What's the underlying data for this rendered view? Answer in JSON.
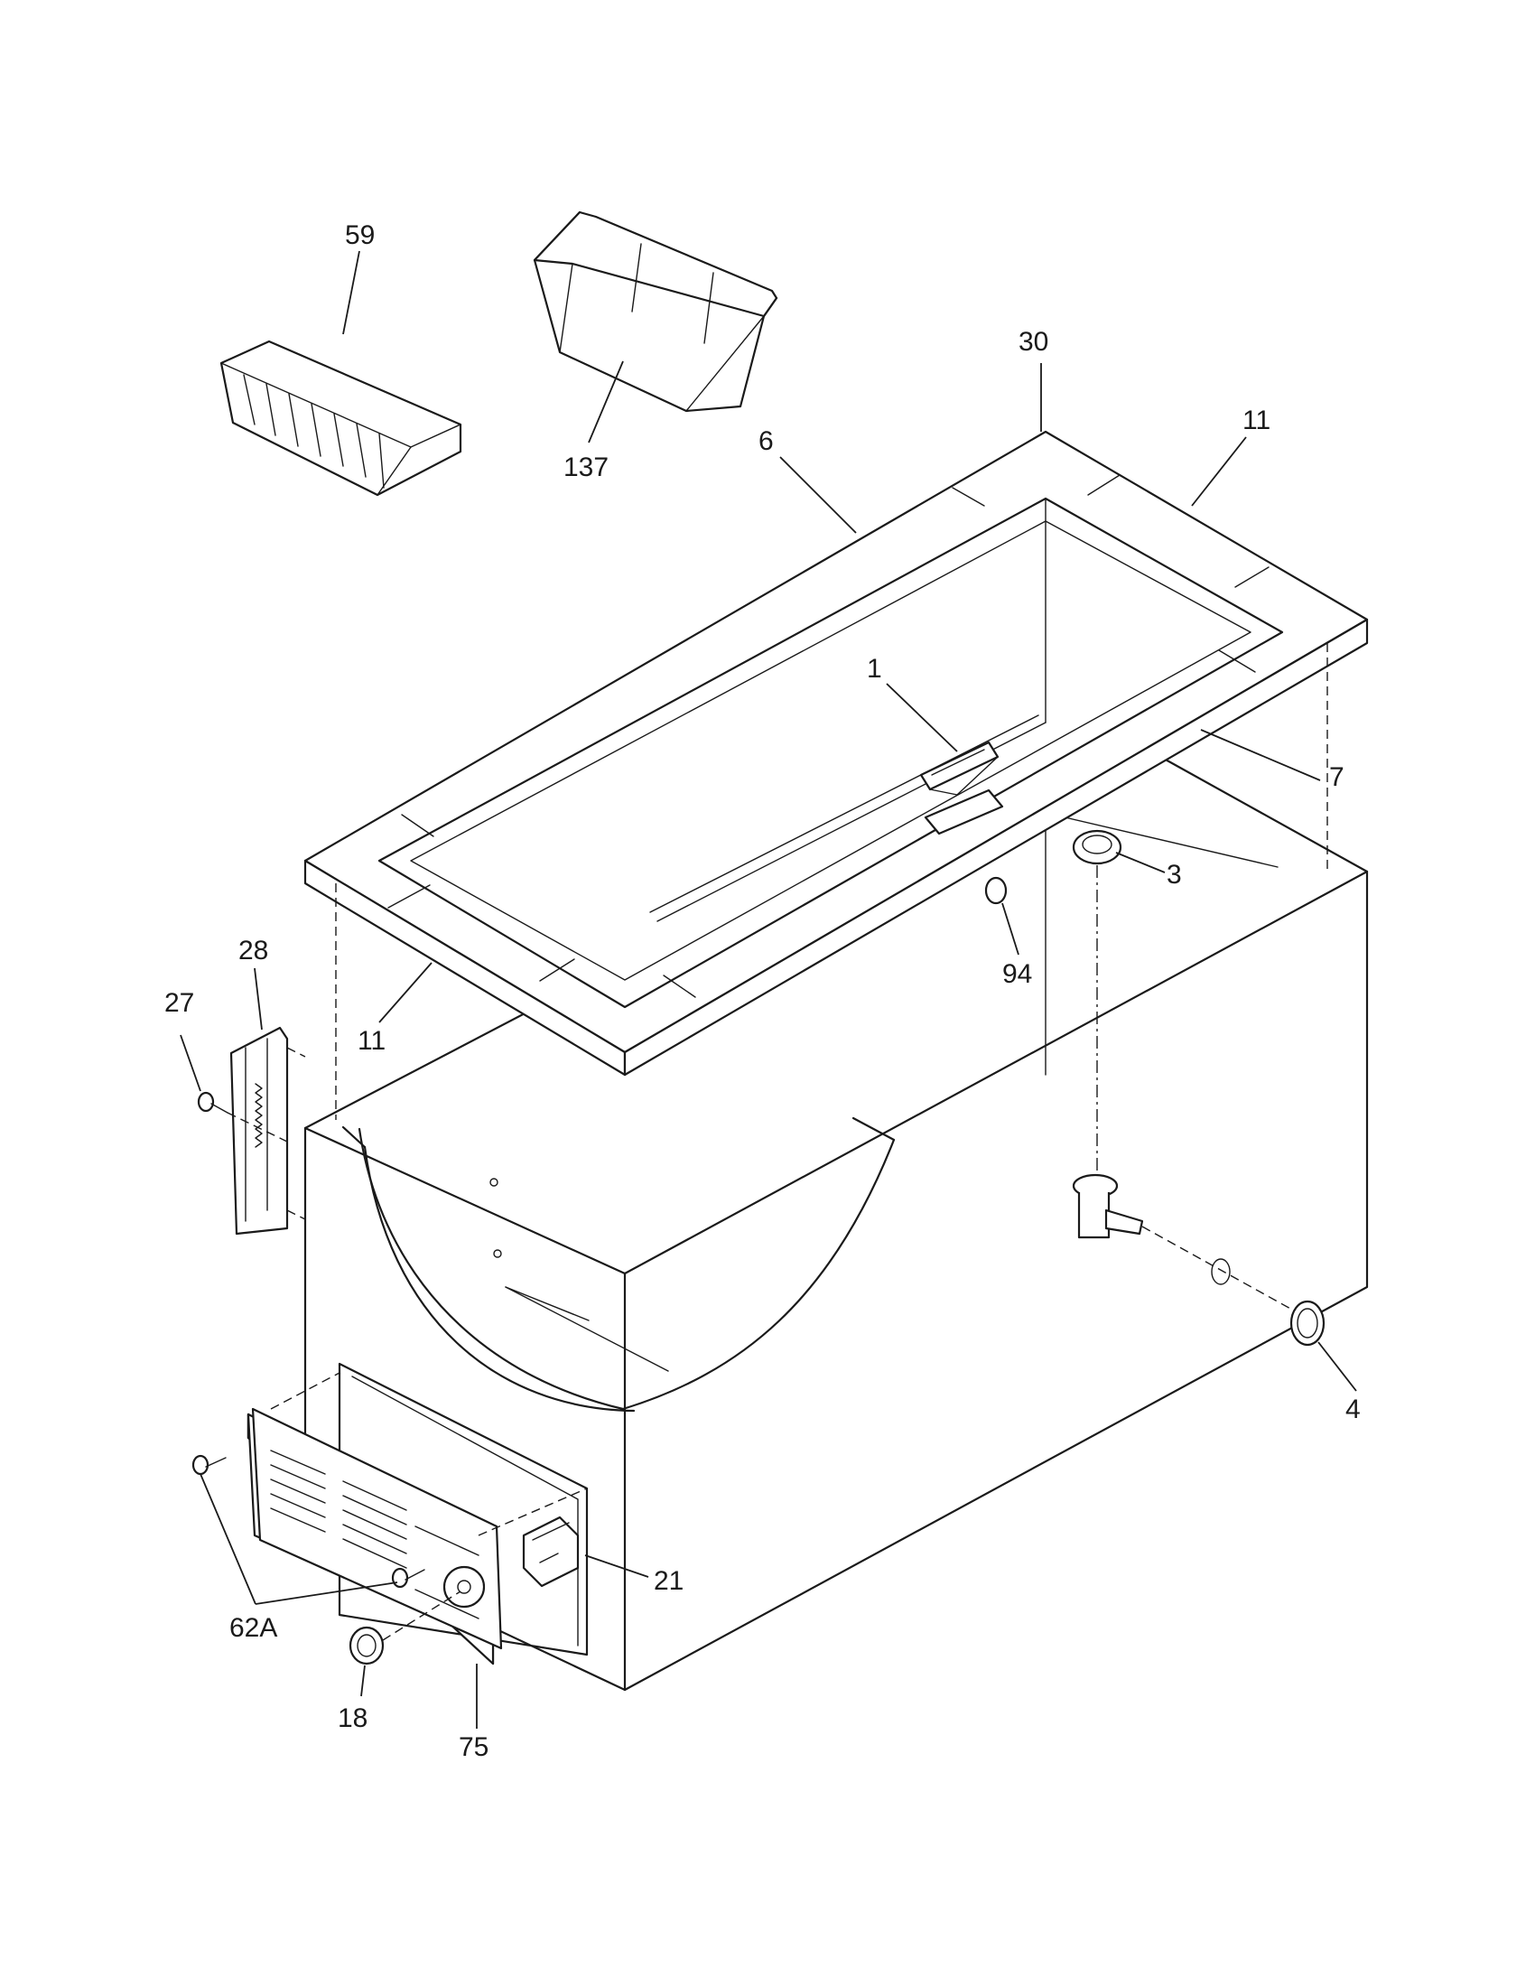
{
  "callouts": [
    {
      "id": "p59",
      "text": "59"
    },
    {
      "id": "p137",
      "text": "137"
    },
    {
      "id": "p30",
      "text": "30"
    },
    {
      "id": "p6",
      "text": "6"
    },
    {
      "id": "p11a",
      "text": "11"
    },
    {
      "id": "p1",
      "text": "1"
    },
    {
      "id": "p7",
      "text": "7"
    },
    {
      "id": "p3",
      "text": "3"
    },
    {
      "id": "p94",
      "text": "94"
    },
    {
      "id": "p28",
      "text": "28"
    },
    {
      "id": "p27",
      "text": "27"
    },
    {
      "id": "p11b",
      "text": "11"
    },
    {
      "id": "p4",
      "text": "4"
    },
    {
      "id": "p21",
      "text": "21"
    },
    {
      "id": "p62A",
      "text": "62A"
    },
    {
      "id": "p18",
      "text": "18"
    },
    {
      "id": "p75",
      "text": "75"
    }
  ]
}
